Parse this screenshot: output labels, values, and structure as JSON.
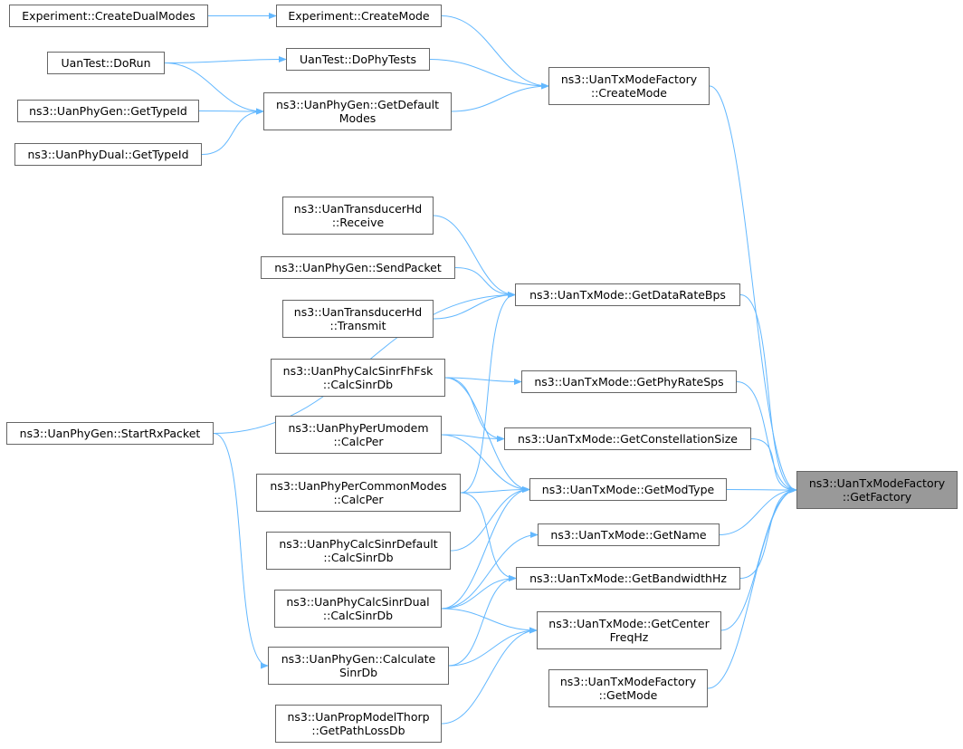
{
  "colors": {
    "edge": "#63b8ff",
    "node_border": "#666666",
    "root_fill": "#999999"
  },
  "nodes": {
    "get_factory": {
      "lines": [
        "ns3::UanTxModeFactory",
        "::GetFactory"
      ]
    },
    "create_dual_modes": {
      "lines": [
        "Experiment::CreateDualModes"
      ]
    },
    "experiment_create_mode": {
      "lines": [
        "Experiment::CreateMode"
      ]
    },
    "factory_create_mode": {
      "lines": [
        "ns3::UanTxModeFactory",
        "::CreateMode"
      ]
    },
    "do_run": {
      "lines": [
        "UanTest::DoRun"
      ]
    },
    "do_phy_tests": {
      "lines": [
        "UanTest::DoPhyTests"
      ]
    },
    "phy_gen_get_type_id": {
      "lines": [
        "ns3::UanPhyGen::GetTypeId"
      ]
    },
    "get_default_modes": {
      "lines": [
        "ns3::UanPhyGen::GetDefault",
        "Modes"
      ]
    },
    "phy_dual_get_type_id": {
      "lines": [
        "ns3::UanPhyDual::GetTypeId"
      ]
    },
    "transducer_receive": {
      "lines": [
        "ns3::UanTransducerHd",
        "::Receive"
      ]
    },
    "send_packet": {
      "lines": [
        "ns3::UanPhyGen::SendPacket"
      ]
    },
    "get_data_rate_bps": {
      "lines": [
        "ns3::UanTxMode::GetDataRateBps"
      ]
    },
    "transducer_transmit": {
      "lines": [
        "ns3::UanTransducerHd",
        "::Transmit"
      ]
    },
    "fhfsk_calc_sinr": {
      "lines": [
        "ns3::UanPhyCalcSinrFhFsk",
        "::CalcSinrDb"
      ]
    },
    "get_phy_rate_sps": {
      "lines": [
        "ns3::UanTxMode::GetPhyRateSps"
      ]
    },
    "start_rx_packet": {
      "lines": [
        "ns3::UanPhyGen::StartRxPacket"
      ]
    },
    "umodem_calc_per": {
      "lines": [
        "ns3::UanPhyPerUmodem",
        "::CalcPer"
      ]
    },
    "get_constellation_size": {
      "lines": [
        "ns3::UanTxMode::GetConstellationSize"
      ]
    },
    "common_modes_calc_per": {
      "lines": [
        "ns3::UanPhyPerCommonModes",
        "::CalcPer"
      ]
    },
    "get_mod_type": {
      "lines": [
        "ns3::UanTxMode::GetModType"
      ]
    },
    "default_calc_sinr": {
      "lines": [
        "ns3::UanPhyCalcSinrDefault",
        "::CalcSinrDb"
      ]
    },
    "get_name": {
      "lines": [
        "ns3::UanTxMode::GetName"
      ]
    },
    "get_bandwidth_hz": {
      "lines": [
        "ns3::UanTxMode::GetBandwidthHz"
      ]
    },
    "dual_calc_sinr": {
      "lines": [
        "ns3::UanPhyCalcSinrDual",
        "::CalcSinrDb"
      ]
    },
    "get_center_freq": {
      "lines": [
        "ns3::UanTxMode::GetCenter",
        "FreqHz"
      ]
    },
    "phy_gen_calculate_sinr": {
      "lines": [
        "ns3::UanPhyGen::Calculate",
        "SinrDb"
      ]
    },
    "factory_get_mode": {
      "lines": [
        "ns3::UanTxModeFactory",
        "::GetMode"
      ]
    },
    "path_loss_db": {
      "lines": [
        "ns3::UanPropModelThorp",
        "::GetPathLossDb"
      ]
    }
  },
  "edges": [
    [
      "create_dual_modes",
      "experiment_create_mode"
    ],
    [
      "experiment_create_mode",
      "factory_create_mode"
    ],
    [
      "do_phy_tests",
      "factory_create_mode"
    ],
    [
      "get_default_modes",
      "factory_create_mode"
    ],
    [
      "do_run",
      "do_phy_tests"
    ],
    [
      "do_run",
      "get_default_modes"
    ],
    [
      "phy_gen_get_type_id",
      "get_default_modes"
    ],
    [
      "phy_dual_get_type_id",
      "get_default_modes"
    ],
    [
      "factory_create_mode",
      "get_factory"
    ],
    [
      "start_rx_packet",
      "get_data_rate_bps"
    ],
    [
      "transducer_receive",
      "get_data_rate_bps"
    ],
    [
      "send_packet",
      "get_data_rate_bps"
    ],
    [
      "transducer_transmit",
      "get_data_rate_bps"
    ],
    [
      "common_modes_calc_per",
      "get_data_rate_bps"
    ],
    [
      "get_data_rate_bps",
      "get_factory"
    ],
    [
      "fhfsk_calc_sinr",
      "get_phy_rate_sps"
    ],
    [
      "get_phy_rate_sps",
      "get_factory"
    ],
    [
      "fhfsk_calc_sinr",
      "get_constellation_size"
    ],
    [
      "umodem_calc_per",
      "get_constellation_size"
    ],
    [
      "get_constellation_size",
      "get_factory"
    ],
    [
      "fhfsk_calc_sinr",
      "get_mod_type"
    ],
    [
      "umodem_calc_per",
      "get_mod_type"
    ],
    [
      "common_modes_calc_per",
      "get_mod_type"
    ],
    [
      "default_calc_sinr",
      "get_mod_type"
    ],
    [
      "dual_calc_sinr",
      "get_mod_type"
    ],
    [
      "get_mod_type",
      "get_factory"
    ],
    [
      "dual_calc_sinr",
      "get_name"
    ],
    [
      "get_name",
      "get_factory"
    ],
    [
      "common_modes_calc_per",
      "get_bandwidth_hz"
    ],
    [
      "dual_calc_sinr",
      "get_bandwidth_hz"
    ],
    [
      "phy_gen_calculate_sinr",
      "get_bandwidth_hz"
    ],
    [
      "get_bandwidth_hz",
      "get_factory"
    ],
    [
      "dual_calc_sinr",
      "get_center_freq"
    ],
    [
      "phy_gen_calculate_sinr",
      "get_center_freq"
    ],
    [
      "path_loss_db",
      "get_center_freq"
    ],
    [
      "get_center_freq",
      "get_factory"
    ],
    [
      "factory_get_mode",
      "get_factory"
    ],
    [
      "start_rx_packet",
      "phy_gen_calculate_sinr"
    ]
  ]
}
